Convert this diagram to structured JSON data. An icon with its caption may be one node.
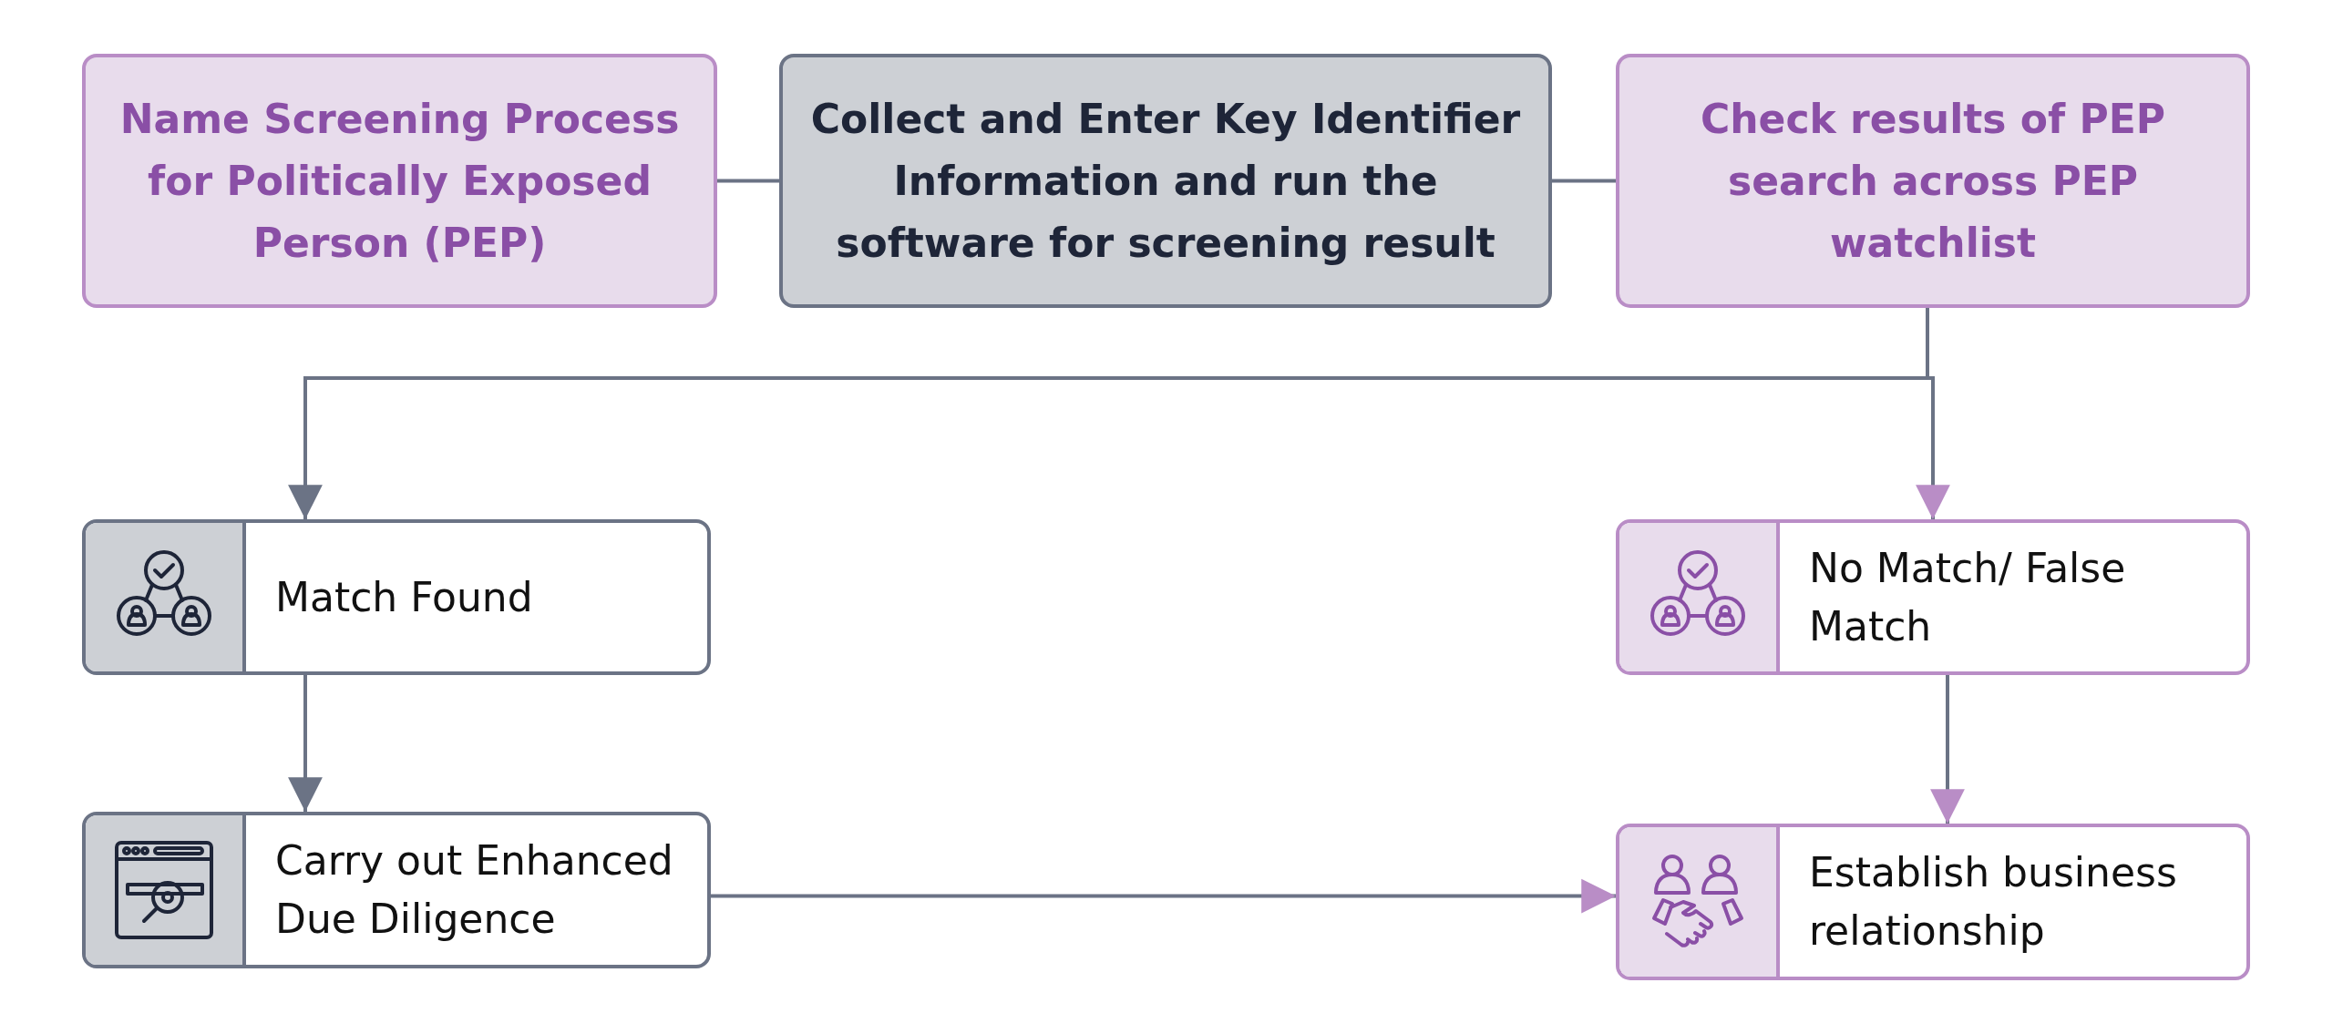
{
  "diagram": {
    "nodes": [
      {
        "text": [
          "Name Screening Process for Politically Exposed Person (PEP)"
        ]
      },
      {
        "text": [
          "Collect and Enter Key Identifier Information and run the software for screening result"
        ]
      },
      {
        "text": [
          "Check results of PEP search across PEP watchlist"
        ]
      },
      {
        "text": [
          "Match Found"
        ]
      },
      {
        "text": [
          "No Match/ False Match"
        ]
      },
      {
        "text": [
          "Carry out Enhanced Due Diligence"
        ]
      },
      {
        "text": [
          "Establish business relationship"
        ]
      }
    ],
    "edges": [
      {
        "from": 0,
        "to": 1,
        "arrow": "none"
      },
      {
        "from": 1,
        "to": 2,
        "arrow": "none"
      },
      {
        "from": 2,
        "to": 3,
        "arrow": "to"
      },
      {
        "from": 2,
        "to": 4,
        "arrow": "to"
      },
      {
        "from": 3,
        "to": 5,
        "arrow": "to"
      },
      {
        "from": 4,
        "to": 6,
        "arrow": "to"
      },
      {
        "from": 5,
        "to": 6,
        "arrow": "to"
      }
    ]
  }
}
